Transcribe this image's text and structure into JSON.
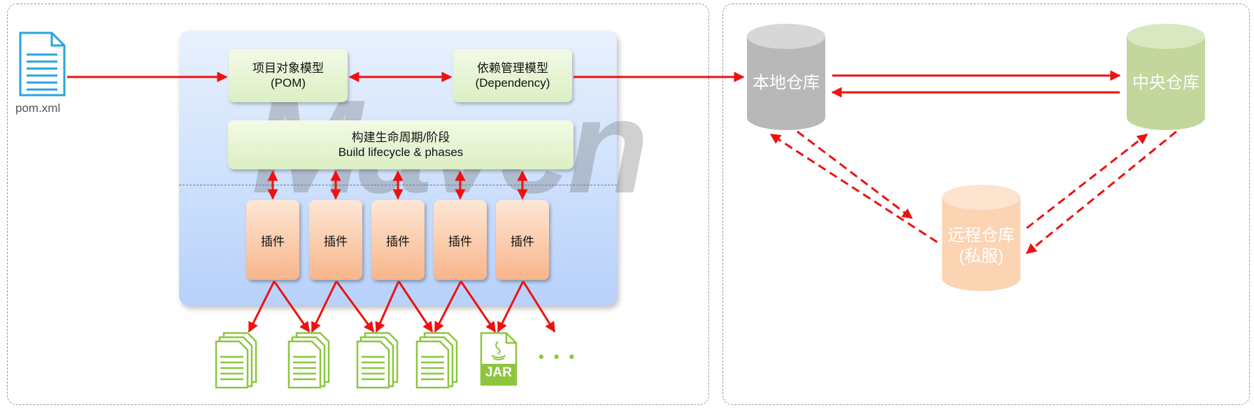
{
  "pom_file": {
    "label": "pom.xml",
    "icon": "document-icon"
  },
  "watermark": "Maven",
  "models": {
    "pom": {
      "line1": "项目对象模型",
      "line2": "(POM)"
    },
    "dependency": {
      "line1": "依赖管理模型",
      "line2": "(Dependency)"
    }
  },
  "lifecycle": {
    "line1": "构建生命周期/阶段",
    "line2": "Build lifecycle & phases"
  },
  "plugins": [
    "插件",
    "插件",
    "插件",
    "插件",
    "插件"
  ],
  "outputs": {
    "jar_label": "JAR",
    "ellipsis": "• • •"
  },
  "repositories": {
    "local": {
      "label": "本地仓库",
      "color": "#b8b8b8"
    },
    "central": {
      "label": "中央仓库",
      "color": "#c3d69b"
    },
    "remote": {
      "line1": "远程仓库",
      "line2": "(私服)",
      "color": "#fbd4b4"
    }
  },
  "colors": {
    "arrow": "#ee1111",
    "doc_blue": "#2aa3e0",
    "doc_green": "#8cc63f"
  }
}
